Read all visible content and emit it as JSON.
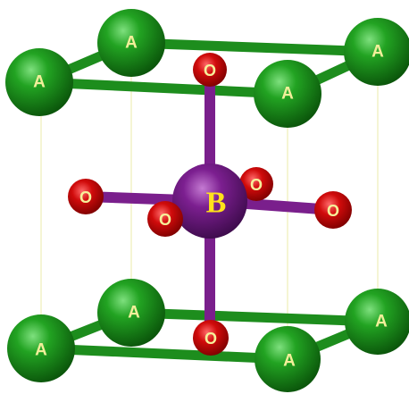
{
  "diagram": {
    "colors": {
      "a_atom": "#1f9a1f",
      "a_bond": "#1d8d1d",
      "o_atom": "#d40a0a",
      "b_atom": "#7a1f8c",
      "b_bond": "#7a1f8c",
      "guide_line": "#eeeeb8"
    },
    "a_atoms": [
      {
        "label": "A"
      },
      {
        "label": "A"
      },
      {
        "label": "A"
      },
      {
        "label": "A"
      },
      {
        "label": "A"
      },
      {
        "label": "A"
      },
      {
        "label": "A"
      },
      {
        "label": "A"
      }
    ],
    "o_atoms": [
      {
        "label": "O"
      },
      {
        "label": "O"
      },
      {
        "label": "O"
      },
      {
        "label": "O"
      },
      {
        "label": "O"
      },
      {
        "label": "O"
      }
    ],
    "b_atom": {
      "label": "B"
    }
  }
}
